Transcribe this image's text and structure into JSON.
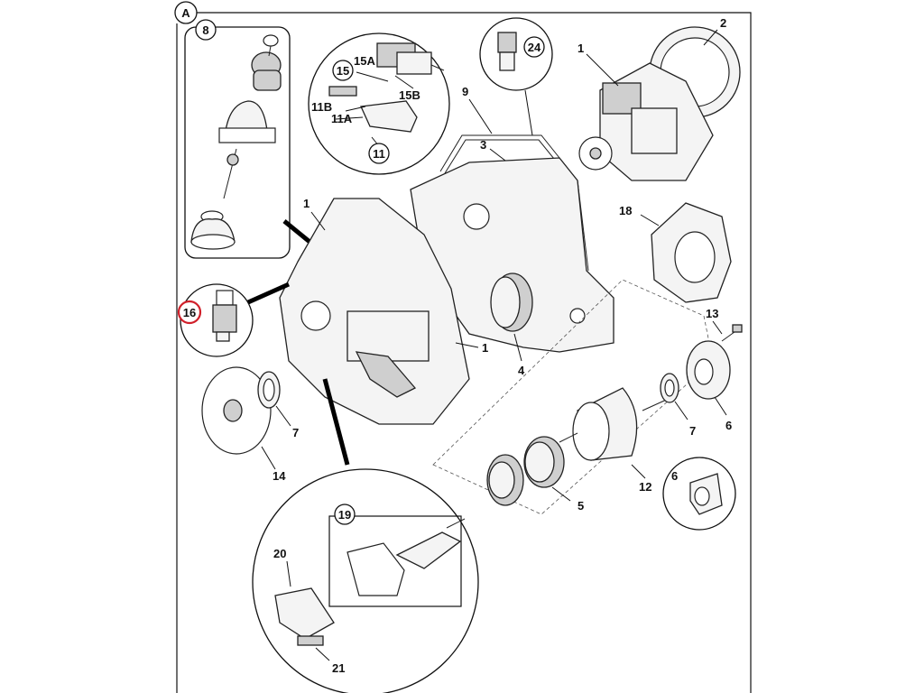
{
  "diagram": {
    "section_label": "A",
    "highlight_color": "#d0202a",
    "highlighted_callout": "16",
    "callouts": {
      "c1_top": "1",
      "c2": "2",
      "c1_main": "1",
      "c1_lower": "1",
      "c3": "3",
      "c4": "4",
      "c5": "5",
      "c6_right": "6",
      "c6_inset": "6",
      "c7_left": "7",
      "c7_right": "7",
      "c8": "8",
      "c9": "9",
      "c11": "11",
      "c11A": "11A",
      "c11B": "11B",
      "c12": "12",
      "c13": "13",
      "c14": "14",
      "c15": "15",
      "c15A": "15A",
      "c15B": "15B",
      "c16": "16",
      "c18": "18",
      "c19": "19",
      "c20": "20",
      "c21": "21",
      "c24": "24"
    }
  }
}
